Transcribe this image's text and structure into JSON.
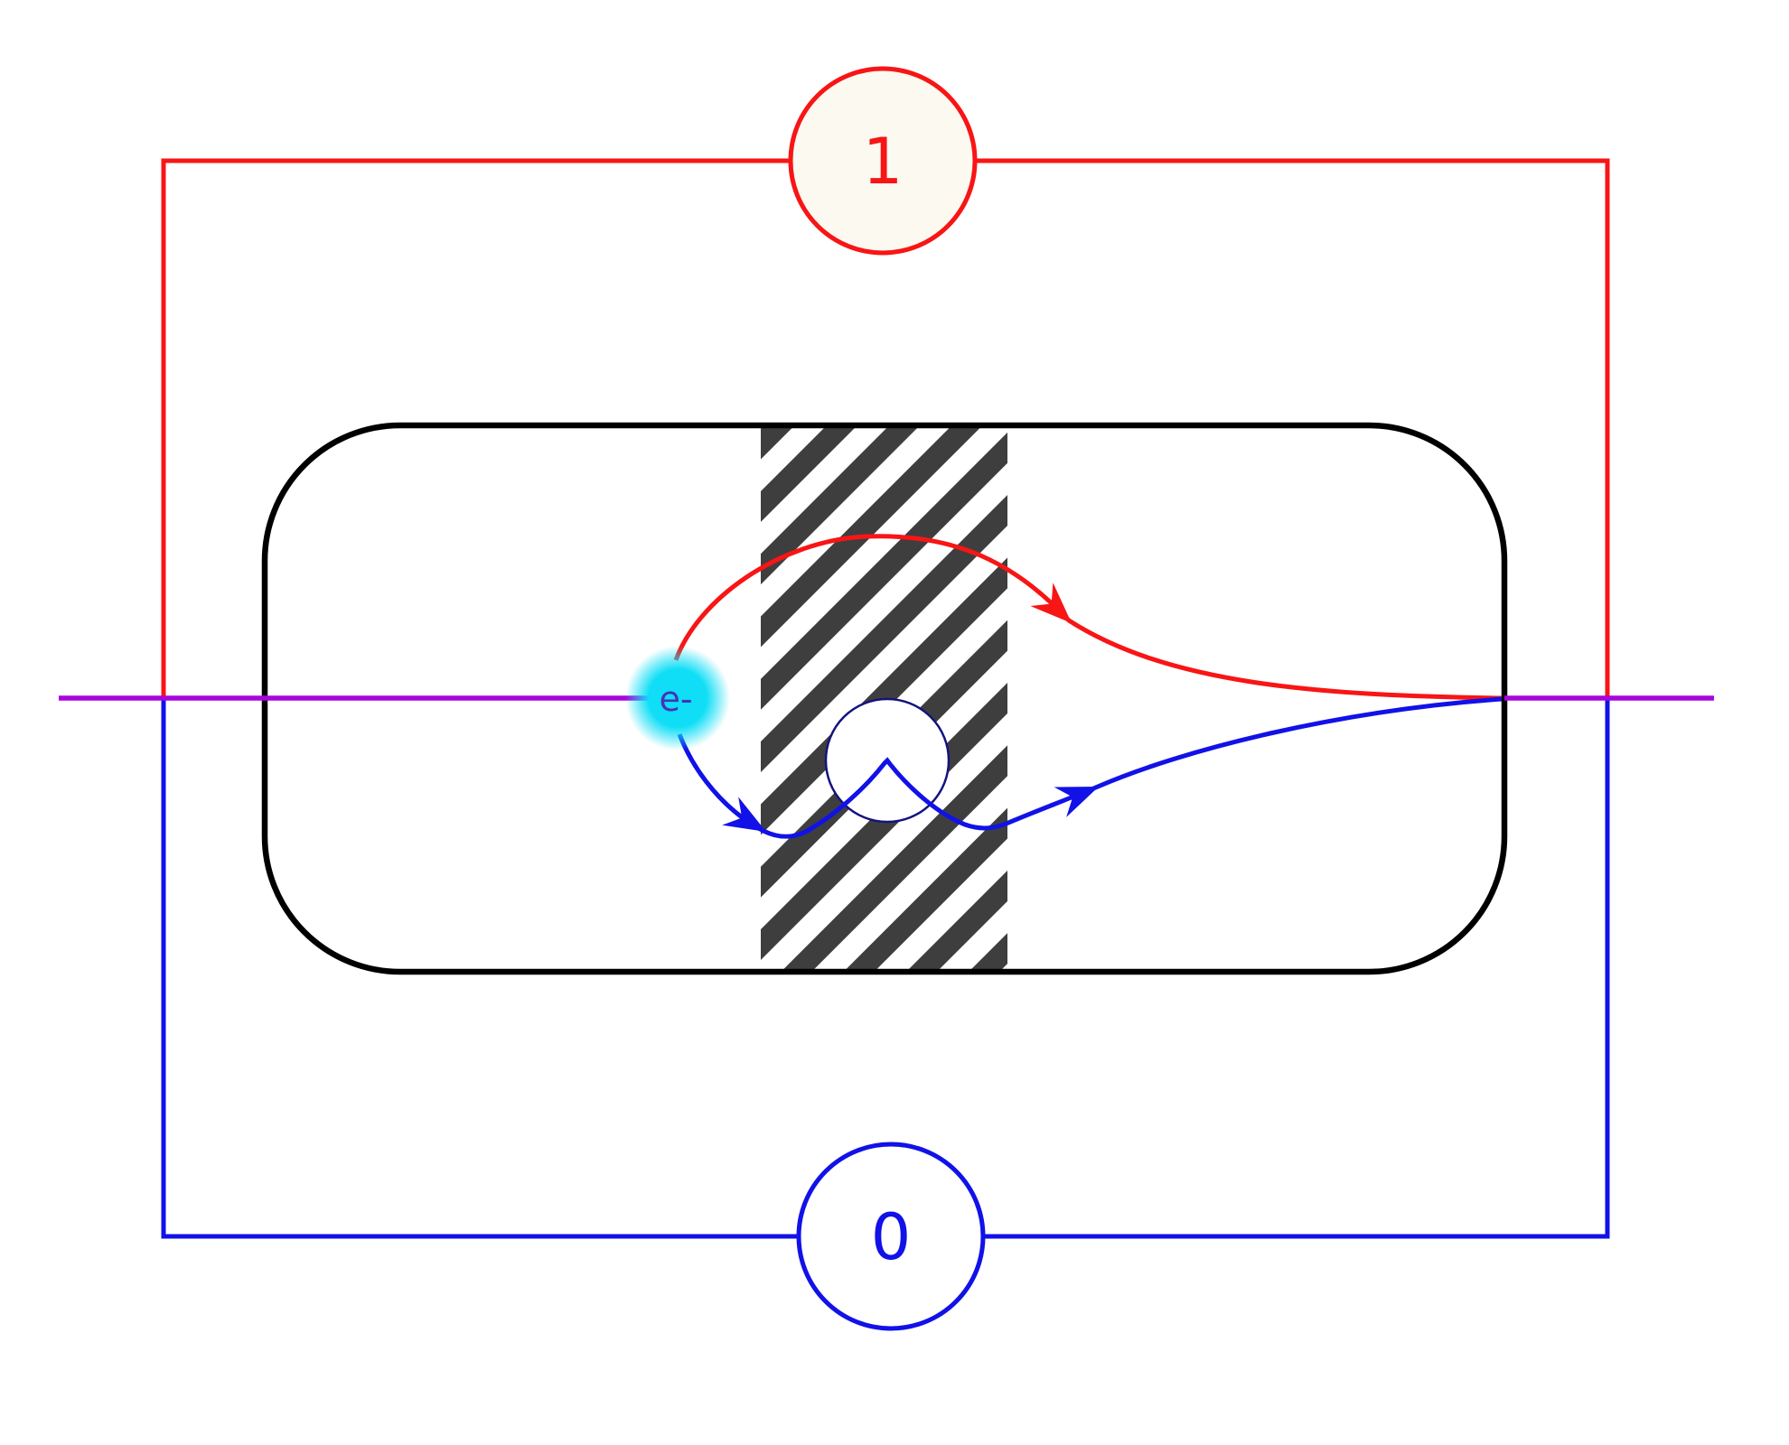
{
  "scene": {
    "background": "#ffffff",
    "output_nodes": {
      "one": {
        "label": "1"
      },
      "zero": {
        "label": "0"
      }
    },
    "electron": {
      "label": "e-"
    },
    "colors": {
      "red": "#f81515",
      "blue": "#1111e8",
      "purple": "#a805dc",
      "black": "#000000",
      "hatch_gray": "#3e3e3e",
      "cyan": "#0fdef6",
      "electron_text": "#4433bb",
      "node_one_fill": "#fbf9f0",
      "node_zero_fill": "#ffffff",
      "scatter_circle_stroke": "#13137e",
      "white": "#ffffff"
    }
  }
}
